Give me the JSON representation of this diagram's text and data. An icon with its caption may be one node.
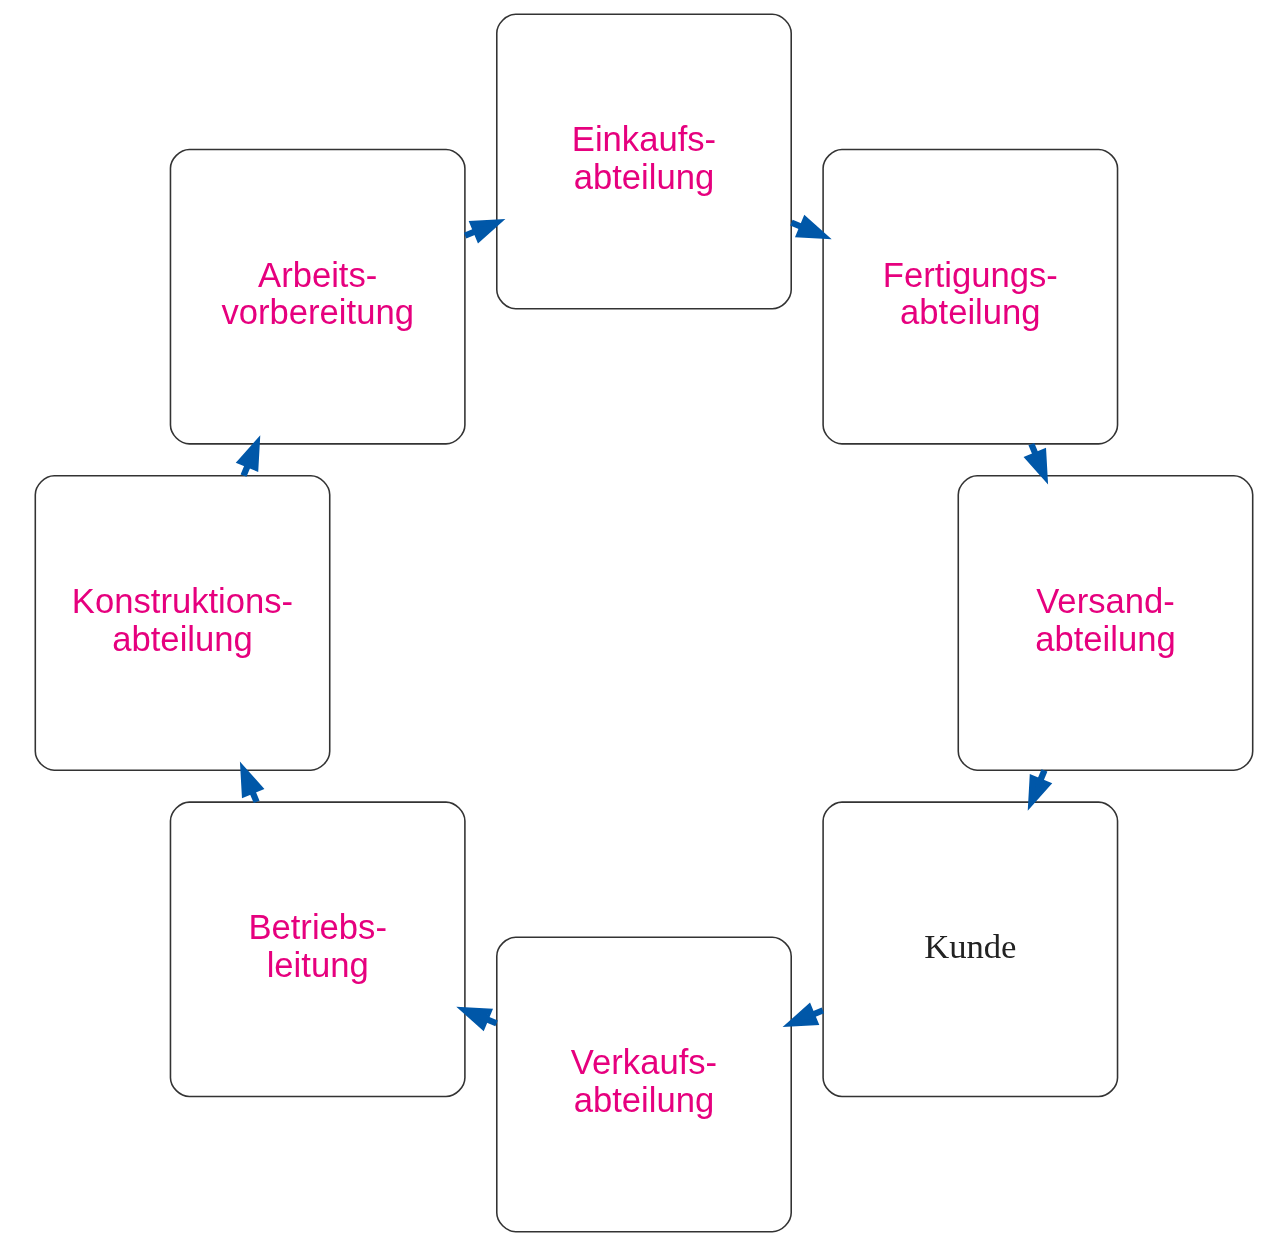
{
  "diagram": {
    "nodes": [
      {
        "text": [
          "Kunde"
        ]
      },
      {
        "text": [
          "Verkaufs- abteilung"
        ]
      },
      {
        "text": [
          "Betriebs- leitung"
        ]
      },
      {
        "text": [
          "Versand- abteilung"
        ]
      },
      {
        "text": [
          "Konstruktions- abteilung"
        ]
      },
      {
        "text": [
          "Fertigungs- abteilung"
        ]
      },
      {
        "text": [
          "Einkaufs- abteilung"
        ]
      },
      {
        "text": [
          "Arbeits- vorbereitung"
        ]
      }
    ],
    "edges": [
      {
        "from": 0,
        "to": 1,
        "arrow": "to"
      },
      {
        "from": 1,
        "to": 2,
        "arrow": "to"
      },
      {
        "from": 2,
        "to": 4,
        "arrow": "to"
      },
      {
        "from": 4,
        "to": 7,
        "arrow": "to"
      },
      {
        "from": 7,
        "to": 6,
        "arrow": "to"
      },
      {
        "from": 6,
        "to": 5,
        "arrow": "to"
      },
      {
        "from": 5,
        "to": 3,
        "arrow": "to"
      },
      {
        "from": 3,
        "to": 0,
        "arrow": "to"
      }
    ]
  }
}
